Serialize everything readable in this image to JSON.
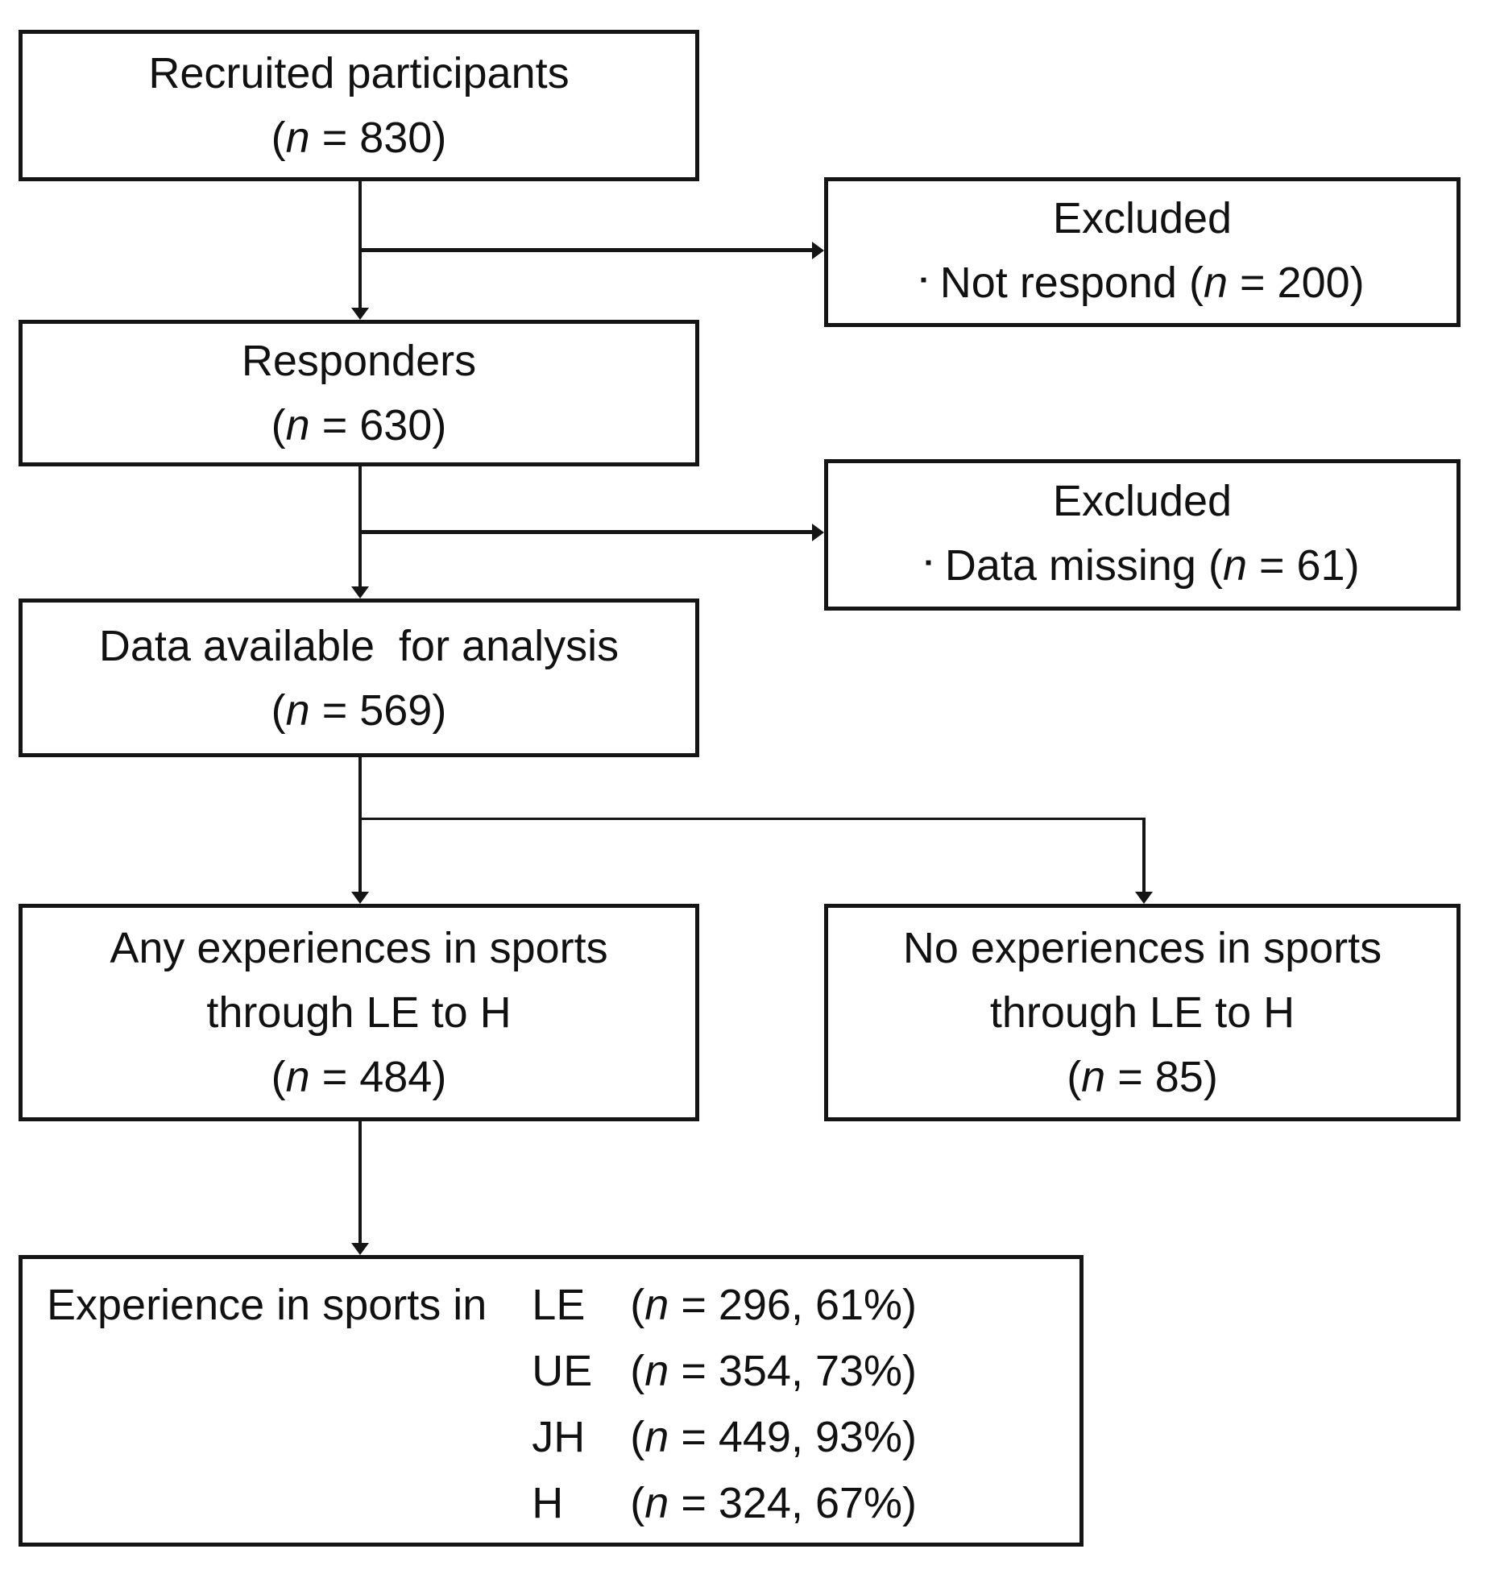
{
  "palette": {
    "background": "#ffffff",
    "ink": "#151515"
  },
  "boxes": {
    "recruited": {
      "lines": [
        "Recruited participants"
      ],
      "count": {
        "open": "(",
        "var": "n",
        "rest": " = 830)"
      }
    },
    "excluded_1": {
      "title": "Excluded",
      "bullet": "▪",
      "item": "Not respond ",
      "count": {
        "open": "(",
        "var": "n",
        "rest": " = 200)"
      }
    },
    "responders": {
      "lines": [
        "Responders"
      ],
      "count": {
        "open": "(",
        "var": "n",
        "rest": " = 630)"
      }
    },
    "excluded_2": {
      "title": "Excluded",
      "bullet": "▪",
      "item": "Data missing ",
      "count": {
        "open": "(",
        "var": "n",
        "rest": " = 61)"
      }
    },
    "available": {
      "lines": [
        "Data available  for analysis"
      ],
      "count": {
        "open": "(",
        "var": "n",
        "rest": " = 569)"
      }
    },
    "any_exp": {
      "lines": [
        "Any experiences in sports",
        "through LE to H"
      ],
      "count": {
        "open": "(",
        "var": "n",
        "rest": " = 484)"
      }
    },
    "no_exp": {
      "lines": [
        "No experiences in sports",
        "through LE to H"
      ],
      "count": {
        "open": "(",
        "var": "n",
        "rest": " = 85)"
      }
    },
    "experience": {
      "label": "Experience in sports in",
      "rows": [
        {
          "level": "LE",
          "count": {
            "open": "(",
            "var": "n",
            "rest": " = 296, 61%)"
          }
        },
        {
          "level": "UE",
          "count": {
            "open": "(",
            "var": "n",
            "rest": " = 354, 73%)"
          }
        },
        {
          "level": "JH",
          "count": {
            "open": "(",
            "var": "n",
            "rest": " = 449, 93%)"
          }
        },
        {
          "level": "H",
          "count": {
            "open": "(",
            "var": "n",
            "rest": " = 324, 67%)"
          }
        }
      ]
    }
  }
}
